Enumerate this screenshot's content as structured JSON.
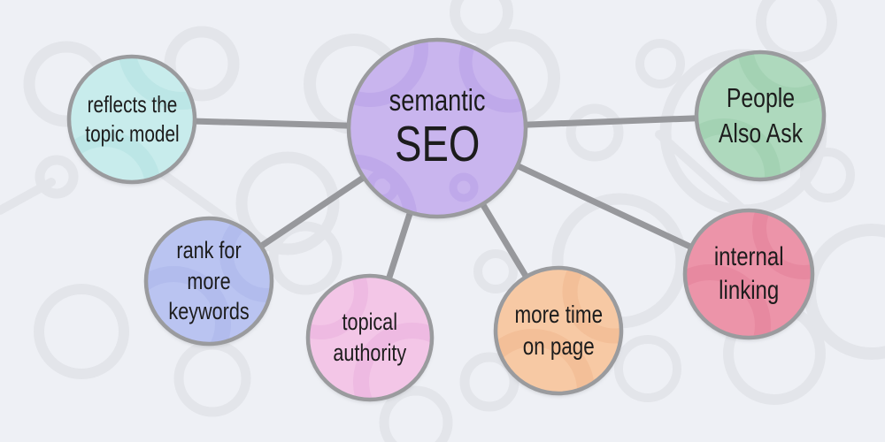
{
  "diagram": {
    "type": "mindmap",
    "background_color": "#eef0f5",
    "pattern_color": "#e3e5ea",
    "edge_color": "#97989c",
    "node_border_color": "#9a9b9e",
    "text_color": "#1c1c1c",
    "center": {
      "id": "semantic-seo",
      "line1": "semantic",
      "line2": "SEO",
      "color": "#c9b5ee"
    },
    "nodes": [
      {
        "id": "reflects-the-topic-model",
        "label": "reflects the\ntopic model",
        "color": "#c8ecec"
      },
      {
        "id": "people-also-ask",
        "label": "People\nAlso Ask",
        "color": "#aed9bd"
      },
      {
        "id": "rank-for-more-keywords",
        "label": "rank for\nmore\nkeywords",
        "color": "#bac4f1"
      },
      {
        "id": "topical-authority",
        "label": "topical\nauthority",
        "color": "#f3c6e7"
      },
      {
        "id": "more-time-on-page",
        "label": "more time\non page",
        "color": "#f7c9a4"
      },
      {
        "id": "internal-linking",
        "label": "internal\nlinking",
        "color": "#ec94a9"
      }
    ],
    "edges": [
      {
        "from": "semantic-seo",
        "to": "reflects-the-topic-model"
      },
      {
        "from": "semantic-seo",
        "to": "people-also-ask"
      },
      {
        "from": "semantic-seo",
        "to": "rank-for-more-keywords"
      },
      {
        "from": "semantic-seo",
        "to": "topical-authority"
      },
      {
        "from": "semantic-seo",
        "to": "more-time-on-page"
      },
      {
        "from": "semantic-seo",
        "to": "internal-linking"
      }
    ]
  }
}
